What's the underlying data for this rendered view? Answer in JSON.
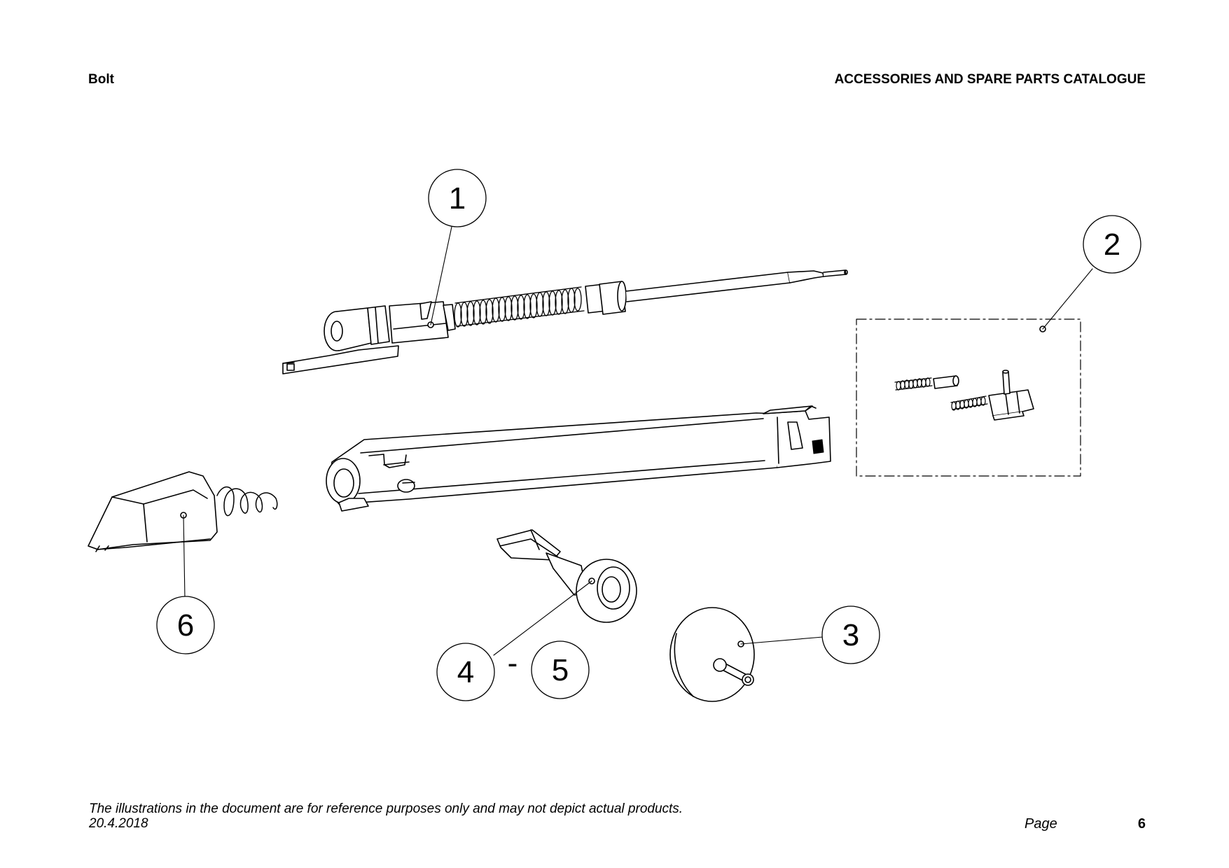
{
  "header": {
    "section_title": "Bolt",
    "catalogue_title": "ACCESSORIES AND SPARE PARTS CATALOGUE"
  },
  "diagram": {
    "callouts": [
      {
        "id": "callout-1",
        "label": "1"
      },
      {
        "id": "callout-2",
        "label": "2"
      },
      {
        "id": "callout-3",
        "label": "3"
      },
      {
        "id": "callout-4",
        "label": "4"
      },
      {
        "id": "callout-5",
        "label": "5"
      },
      {
        "id": "callout-6",
        "label": "6"
      }
    ],
    "range_separator": "-"
  },
  "footer": {
    "disclaimer": "The illustrations in the document are for reference purposes only and may not depict actual products.",
    "date": "20.4.2018",
    "page_label": "Page",
    "page_number": "6"
  }
}
